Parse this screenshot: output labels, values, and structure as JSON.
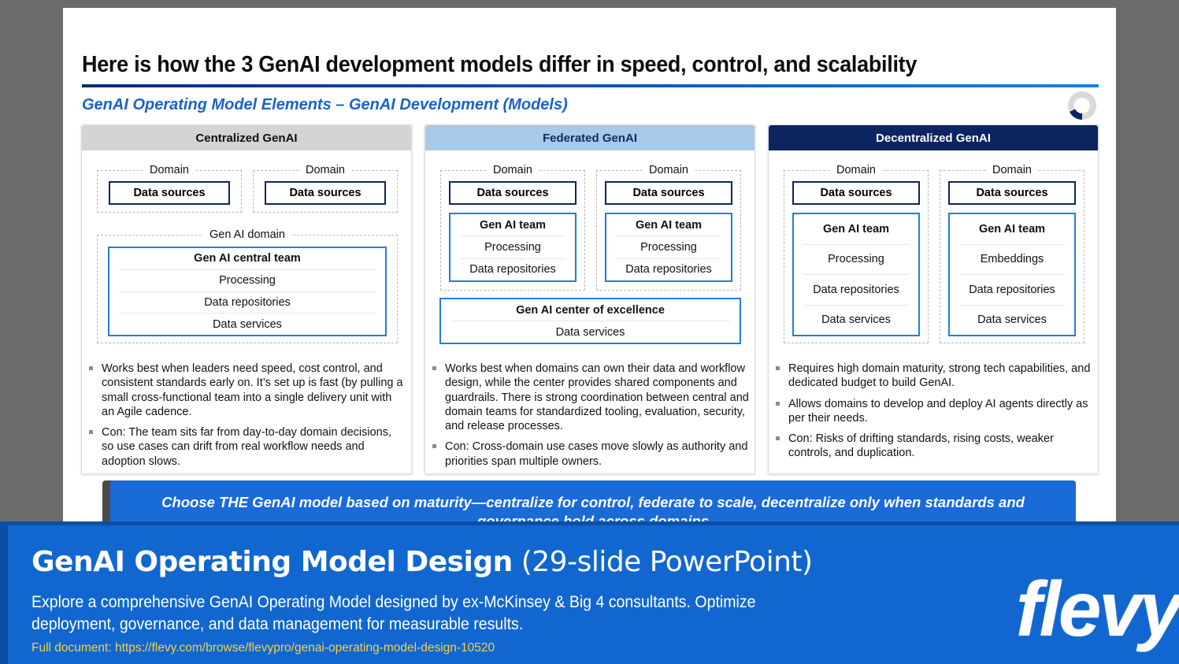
{
  "slide": {
    "title": "Here is how the 3 GenAI development models differ in speed, control, and scalability",
    "subtitle": "GenAI Operating Model Elements – GenAI Development (Models)",
    "columns": [
      {
        "header": "Centralized GenAI",
        "domain_label_1": "Domain",
        "domain_label_2": "Domain",
        "data_sources_1": "Data sources",
        "data_sources_2": "Data sources",
        "genai_domain_label": "Gen AI domain",
        "team_rows": [
          "Gen AI central team",
          "Processing",
          "Data repositories",
          "Data services"
        ],
        "bullets": [
          "Works best when leaders need speed, cost control, and consistent standards early on. It’s set up is fast (by pulling a small cross-functional team into a single delivery unit with an Agile cadence.",
          "Con: The team sits far from day-to-day domain decisions, so use cases can drift from real workflow needs and adoption slows."
        ]
      },
      {
        "header": "Federated GenAI",
        "domain_label_1": "Domain",
        "domain_label_2": "Domain",
        "data_sources_1": "Data sources",
        "data_sources_2": "Data sources",
        "team1_rows": [
          "Gen AI team",
          "Processing",
          "Data repositories"
        ],
        "team2_rows": [
          "Gen AI team",
          "Processing",
          "Data repositories"
        ],
        "coe_rows": [
          "Gen AI center of excellence",
          "Data services"
        ],
        "bullets": [
          "Works best when domains can own their data and workflow design, while the center provides shared components and guardrails. There is strong coordination between central and domain teams for standardized tooling, evaluation, security, and release processes.",
          "Con: Cross-domain use cases move slowly as authority and priorities span multiple owners."
        ]
      },
      {
        "header": "Decentralized GenAI",
        "domain_label_1": "Domain",
        "domain_label_2": "Domain",
        "data_sources_1": "Data sources",
        "data_sources_2": "Data sources",
        "team1_rows": [
          "Gen AI team",
          "Processing",
          "Data repositories",
          "Data services"
        ],
        "team2_rows": [
          "Gen AI team",
          "Embeddings",
          "Data repositories",
          "Data services"
        ],
        "bullets": [
          "Requires high domain maturity, strong tech capabilities, and dedicated budget to build GenAI.",
          "Allows domains to develop and deploy AI agents directly as per their needs.",
          "Con: Risks of drifting standards, rising costs, weaker controls, and duplication."
        ]
      }
    ],
    "callout": "Choose THE GenAI model based on maturity—centralize for control, federate to scale, decentralize only when standards and governance hold across domains"
  },
  "banner": {
    "title_bold": "GenAI Operating Model Design",
    "title_light": " (29-slide PowerPoint)",
    "description": "Explore a comprehensive GenAI Operating Model designed by ex-McKinsey & Big 4 consultants. Optimize deployment, governance, and data management for measurable results.",
    "link": "Full document: https://flevy.com/browse/flevypro/genai-operating-model-design-10520",
    "logo": "flevy"
  },
  "colors": {
    "navy": "#0c2460",
    "accent_blue": "#1f7fdc",
    "banner_blue": "#1167cf",
    "link_yellow": "#f4d03f"
  }
}
